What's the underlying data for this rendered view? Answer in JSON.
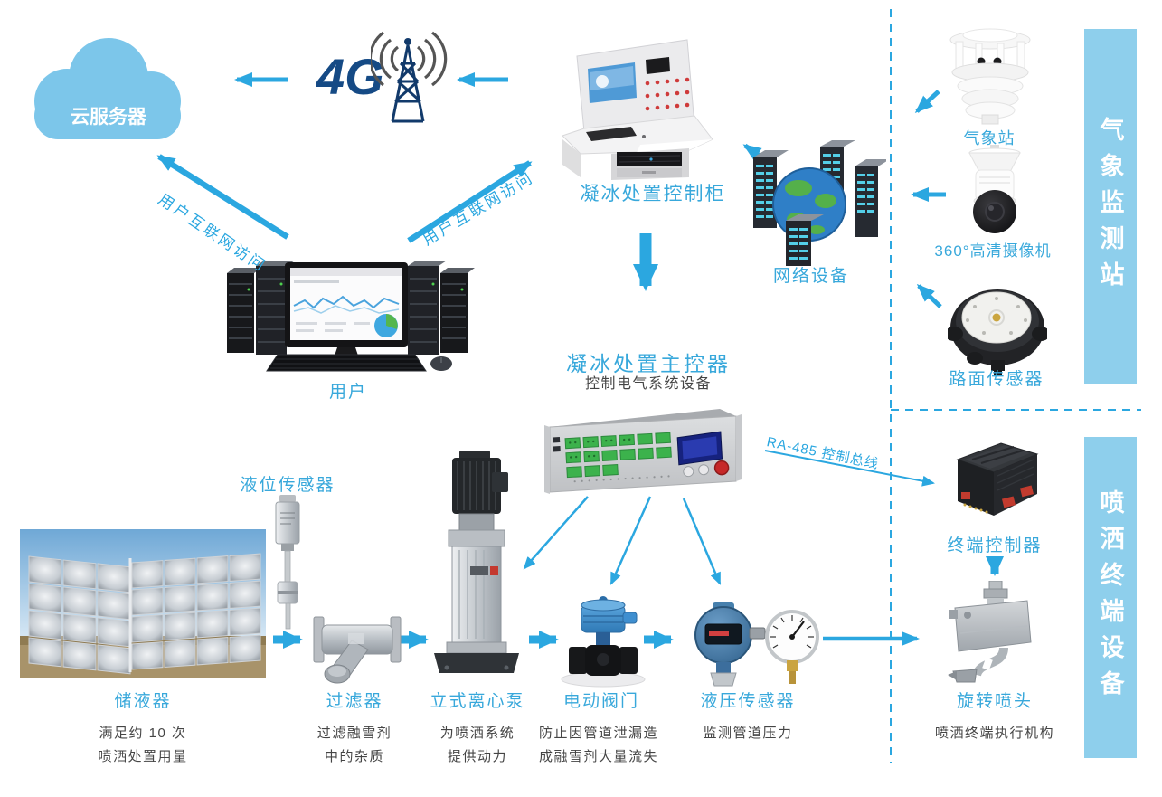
{
  "colors": {
    "accent_blue": "#2ba7e0",
    "label_blue": "#38a8db",
    "banner_bg": "#8ecfec",
    "caption_gray": "#454545",
    "cloud_blue": "#7cc6ea"
  },
  "cloud": {
    "label": "云服务器"
  },
  "logo_4g": {
    "label": "4G"
  },
  "cabinet": {
    "label": "凝冰处置控制柜"
  },
  "network": {
    "label": "网络设备"
  },
  "user": {
    "label": "用户"
  },
  "main_controller": {
    "title": "凝冰处置主控器",
    "subtitle": "控制电气系统设备"
  },
  "links": {
    "user_to_cloud": "用户互联网访问",
    "user_to_cabinet": "用户互联网访问",
    "ra485": "RA-485 控制总线"
  },
  "weather": {
    "banner": "气象监测站",
    "station": "气象站",
    "camera": "360°高清摄像机",
    "road_sensor": "路面传感器"
  },
  "spray": {
    "banner": "喷洒终端设备",
    "terminal_controller": "终端控制器",
    "sprinkler": "旋转喷头",
    "sprinkler_caption": "喷洒终端执行机构"
  },
  "chain": {
    "tank": {
      "label": "储液器",
      "caption": [
        "满足约 10 次",
        "喷洒处置用量"
      ]
    },
    "level_sensor": {
      "label": "液位传感器"
    },
    "filter": {
      "label": "过滤器",
      "caption": [
        "过滤融雪剂",
        "中的杂质"
      ]
    },
    "pump": {
      "label": "立式离心泵",
      "caption": [
        "为喷洒系统",
        "提供动力"
      ]
    },
    "valve": {
      "label": "电动阀门",
      "caption": [
        "防止因管道泄漏造",
        "成融雪剂大量流失"
      ]
    },
    "pressure_sensor": {
      "label": "液压传感器",
      "caption": [
        "监测管道压力"
      ]
    }
  }
}
